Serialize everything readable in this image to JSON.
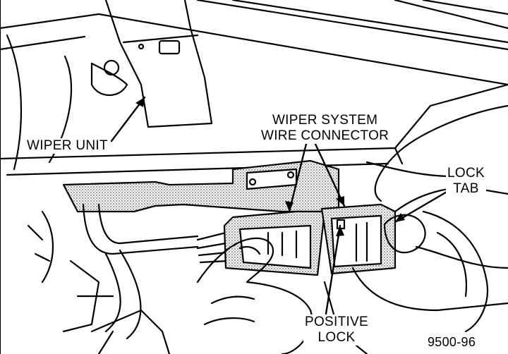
{
  "labels": {
    "wiper_unit": "WIPER UNIT",
    "wire_connector_line1": "WIPER SYSTEM",
    "wire_connector_line2": "WIRE CONNECTOR",
    "lock_tab_line1": "LOCK",
    "lock_tab_line2": "TAB",
    "positive_lock_line1": "POSITIVE",
    "positive_lock_line2": "LOCK",
    "figure_code": "9500-96"
  },
  "colors": {
    "ink": "#000000",
    "paper": "#ffffff",
    "stipple": "#9a9a9a"
  }
}
